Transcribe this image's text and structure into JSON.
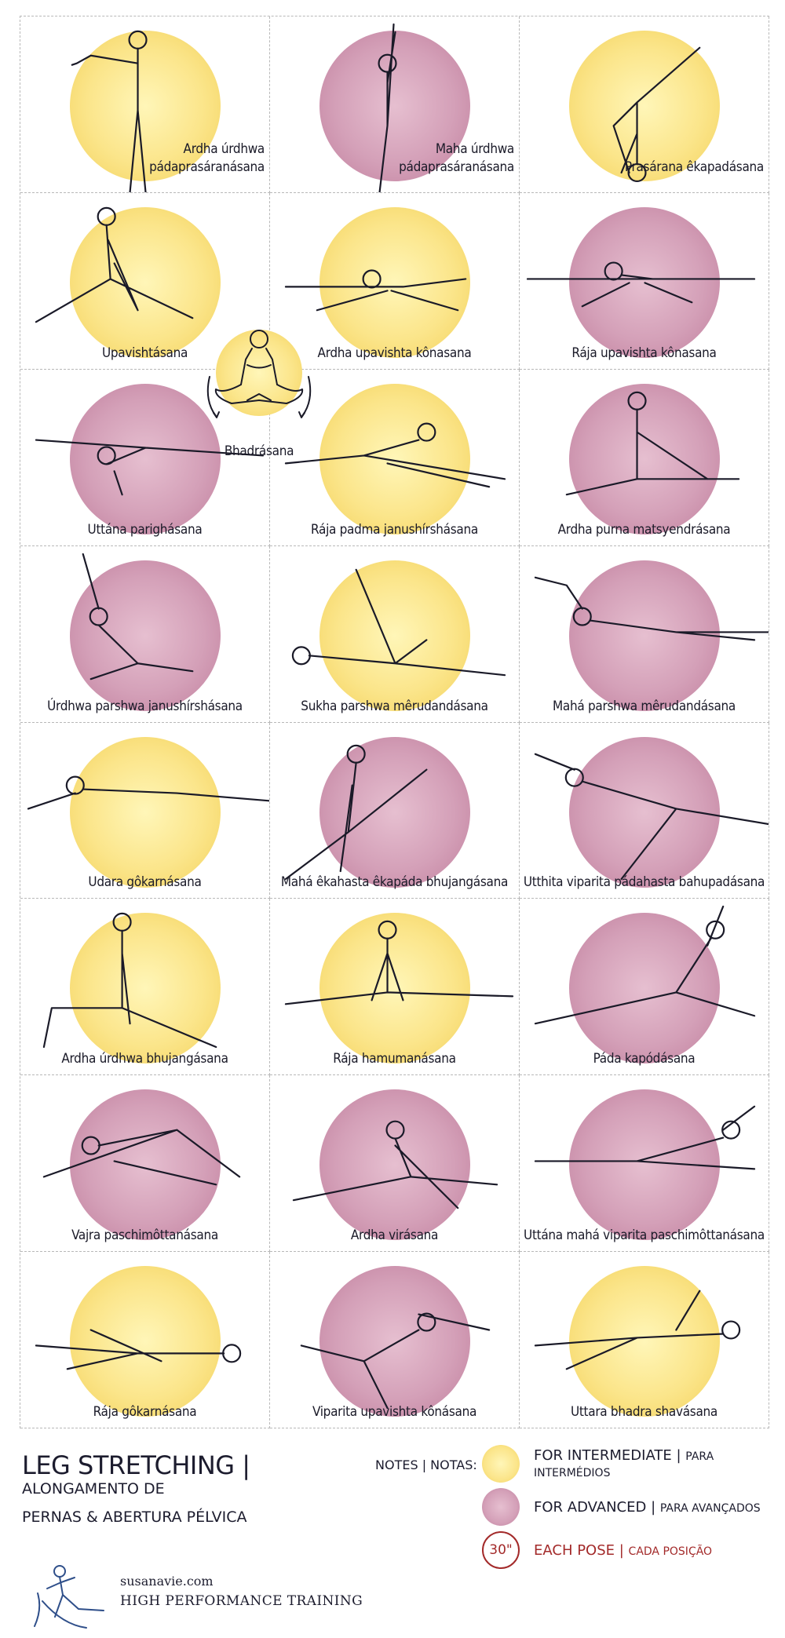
{
  "poses": [
    {
      "name": "Ardha úrdhwa pádaprasáranásana",
      "level": "intermediate"
    },
    {
      "name": "Maha úrdhwa pádaprasáranásana",
      "level": "advanced"
    },
    {
      "name": "Prasárana êkapadásana",
      "level": "intermediate"
    },
    {
      "name": "Upavishtásana",
      "level": "intermediate"
    },
    {
      "name": "Ardha upavishta kônasana",
      "level": "intermediate"
    },
    {
      "name": "Rája upavishta kônasana",
      "level": "advanced"
    },
    {
      "name": "Uttána parighásana",
      "level": "advanced"
    },
    {
      "name": "Rája padma janushírshásana",
      "level": "intermediate"
    },
    {
      "name": "Ardha purna matsyendrásana",
      "level": "advanced"
    },
    {
      "name": "Úrdhwa parshwa janushírshásana",
      "level": "advanced"
    },
    {
      "name": "Sukha parshwa mêrudandásana",
      "level": "intermediate"
    },
    {
      "name": "Mahá parshwa mêrudandásana",
      "level": "advanced"
    },
    {
      "name": "Udara gôkarnásana",
      "level": "intermediate"
    },
    {
      "name": "Mahá êkahasta êkapáda bhujangásana",
      "level": "advanced"
    },
    {
      "name": "Utthita viparita pádahasta bahupadásana",
      "level": "advanced"
    },
    {
      "name": "Ardha úrdhwa bhujangásana",
      "level": "intermediate"
    },
    {
      "name": "Rája hamumanásana",
      "level": "intermediate"
    },
    {
      "name": "Páda kapódásana",
      "level": "advanced"
    },
    {
      "name": "Vajra paschimôttanásana",
      "level": "advanced"
    },
    {
      "name": "Ardha virásana",
      "level": "advanced"
    },
    {
      "name": "Uttána mahá viparita paschimôttanásana",
      "level": "advanced"
    },
    {
      "name": "Rája gôkarnásana",
      "level": "intermediate"
    },
    {
      "name": "Viparita upavishta kônásana",
      "level": "advanced"
    },
    {
      "name": "Uttara bhadra shavásana",
      "level": "intermediate"
    }
  ],
  "extra_pose": {
    "name": "Bhadrásana",
    "level": "intermediate"
  },
  "title": {
    "main": "LEG STRETCHING |",
    "sub_1": "ALONGAMENTO DE",
    "sub_2": "PERNAS & ABERTURA PÉLVICA"
  },
  "notes_label": "NOTES | NOTAS:",
  "legend": {
    "intermediate": {
      "label": "FOR INTERMEDIATE |",
      "label_pt": "PARA INTERMÉDIOS"
    },
    "advanced": {
      "label": "FOR ADVANCED |",
      "label_pt": "PARA AVANÇADOS"
    },
    "timer": {
      "badge": "30\"",
      "label": "EACH POSE |",
      "label_pt": "CADA POSIÇÃO"
    }
  },
  "brand": {
    "url": "susanavie.com",
    "tagline": "HIGH PERFORMANCE TRAINING"
  },
  "colors": {
    "intermediate": "#fbe58a",
    "advanced": "#d4a0b8",
    "timer": "#a32a2a",
    "ink": "#1c1c2e"
  }
}
